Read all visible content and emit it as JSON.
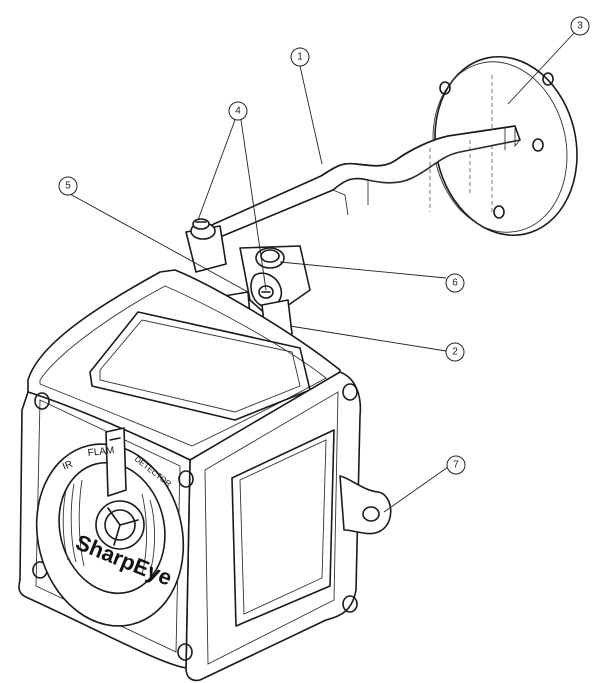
{
  "balloons": [
    {
      "label": "1"
    },
    {
      "label": "2"
    },
    {
      "label": "3"
    },
    {
      "label": "4"
    },
    {
      "label": "5"
    },
    {
      "label": "6"
    },
    {
      "label": "7"
    }
  ],
  "front_label": {
    "ring_text_left": "IR",
    "ring_text_mid": "FLAM",
    "ring_text_right": "DETECTOR",
    "brand": "SharpEye"
  }
}
